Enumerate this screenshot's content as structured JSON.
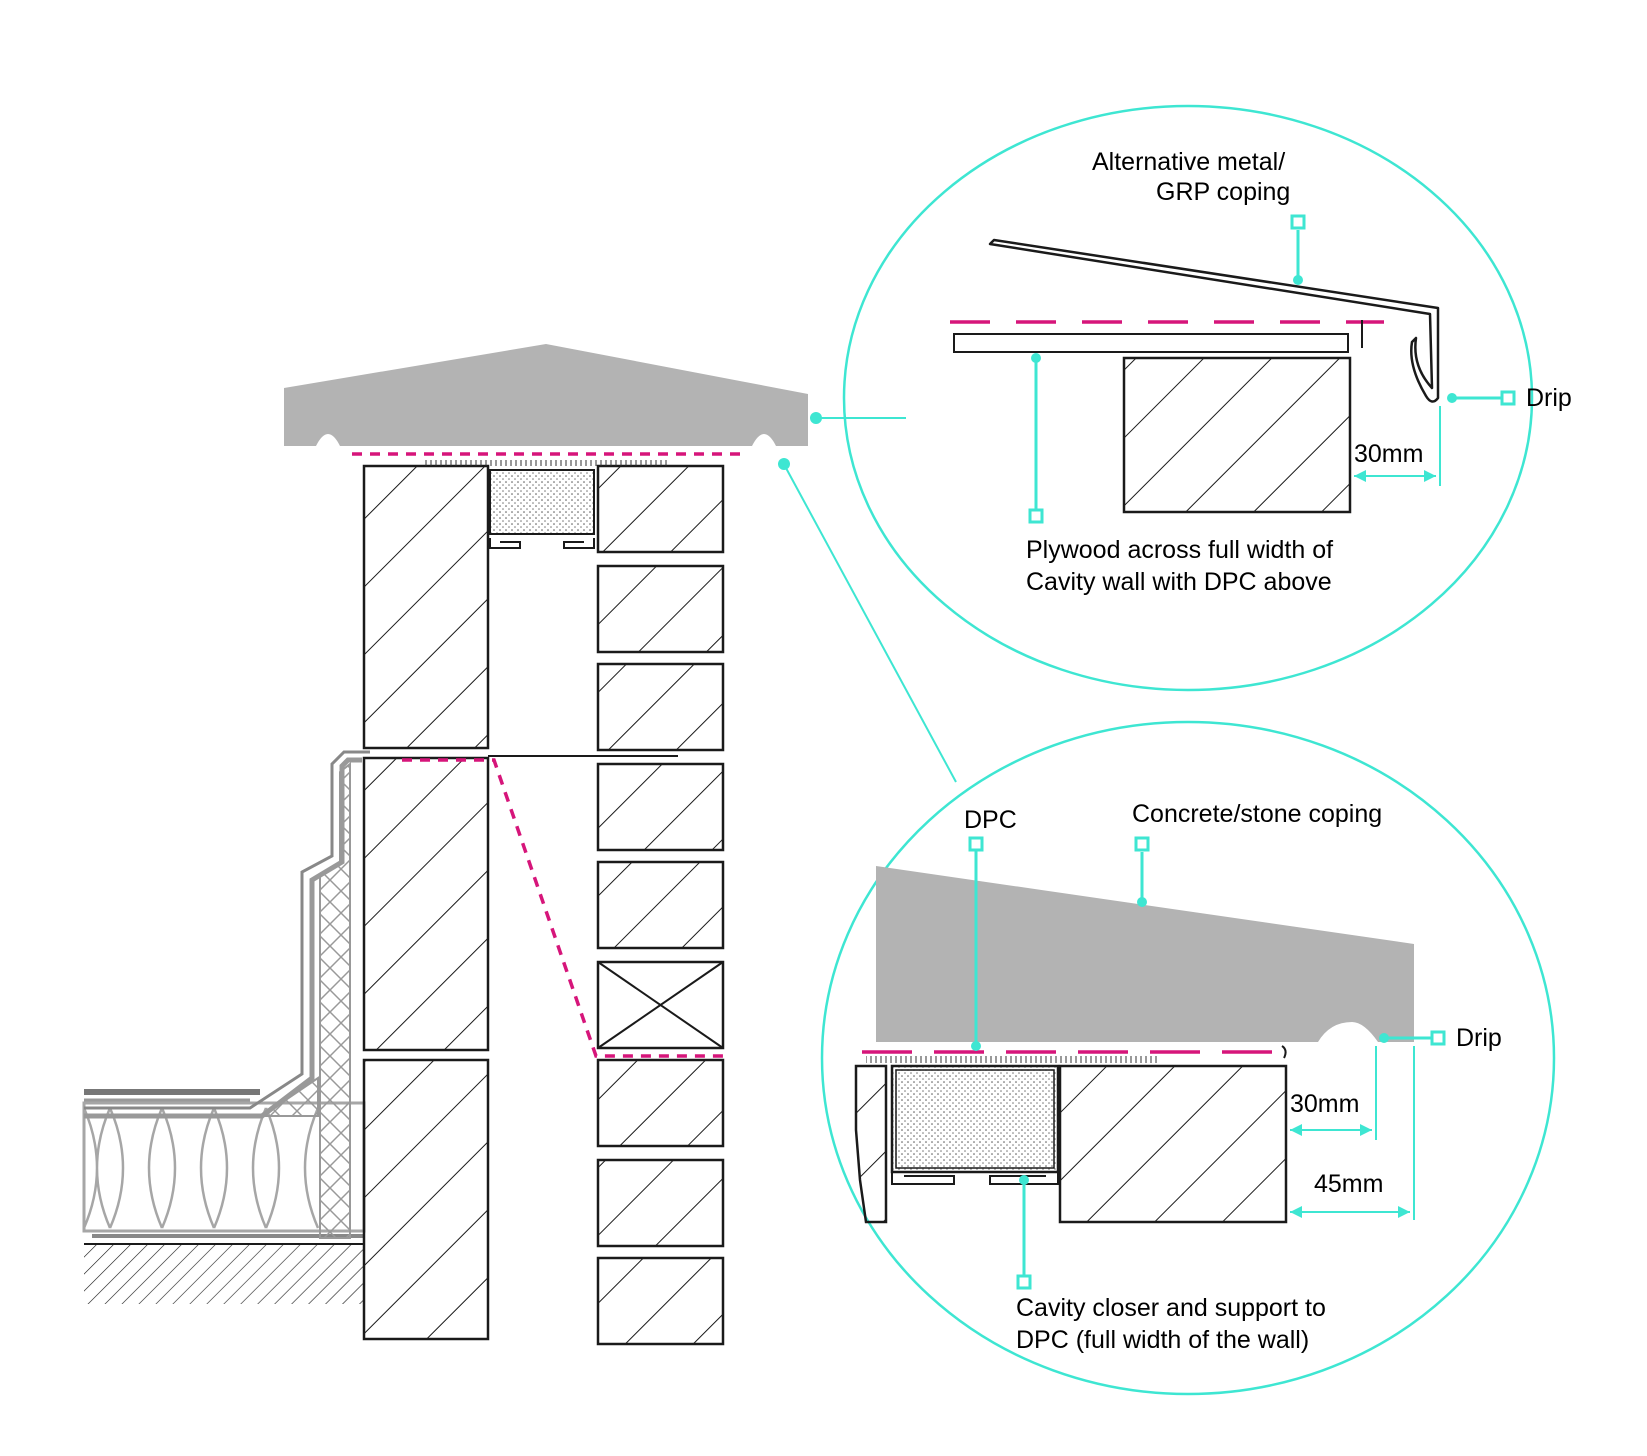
{
  "labels": {
    "metal_coping_line1": "Alternative metal/",
    "metal_coping_line2": "GRP coping",
    "drip_top": "Drip",
    "dim_30_top": "30mm",
    "plywood_line1": "Plywood across full width of",
    "plywood_line2": "Cavity wall with DPC above",
    "dpc": "DPC",
    "concrete_coping": "Concrete/stone coping",
    "drip_bottom": "Drip",
    "dim_30_bottom": "30mm",
    "dim_45_bottom": "45mm",
    "closer_line1": "Cavity closer and support to",
    "closer_line2": "DPC (full width of the wall)"
  },
  "colors": {
    "callout": "#3ee6d2",
    "dpc": "#d6157a",
    "coping": "#b3b3b3",
    "line": "#1a1a1a",
    "insulation": "#a6a6a6"
  }
}
